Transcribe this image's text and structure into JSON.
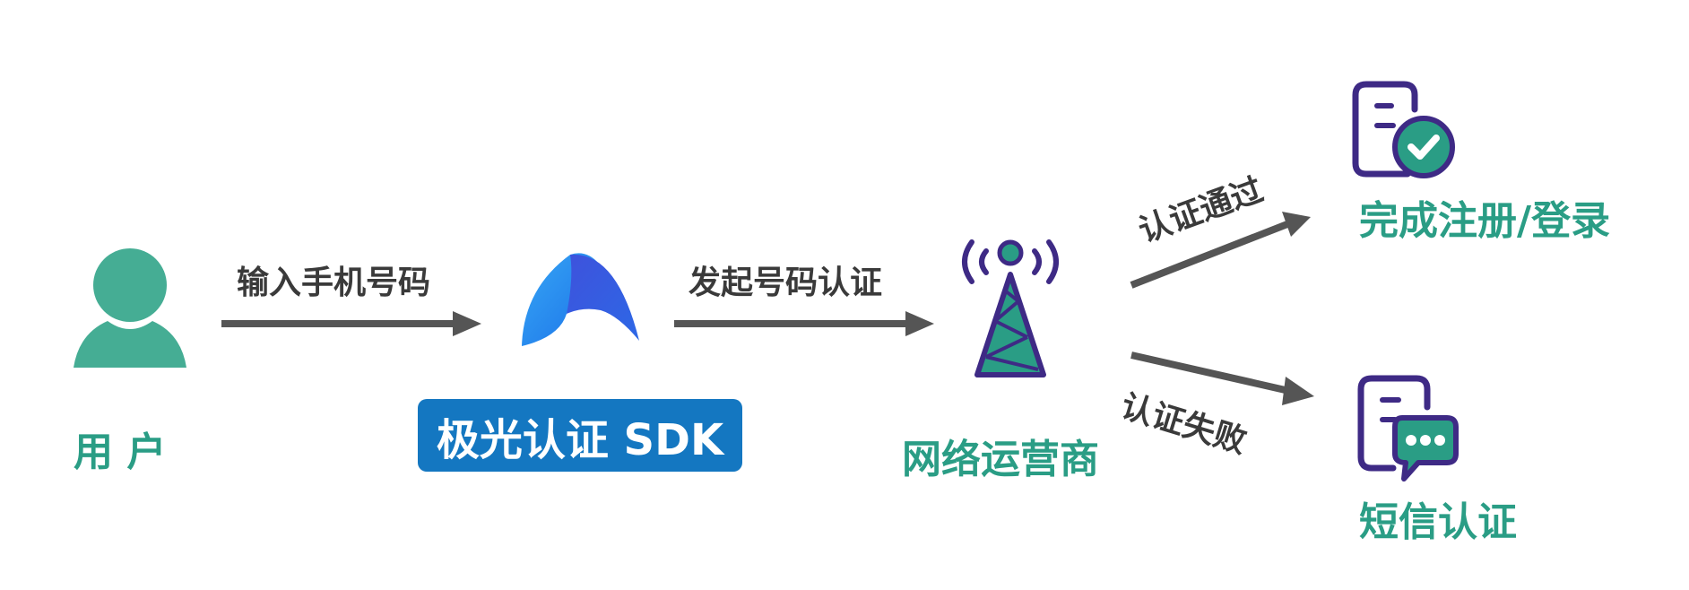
{
  "nodes": {
    "user": {
      "label": "用 户"
    },
    "sdk": {
      "label": "极光认证 SDK"
    },
    "operator": {
      "label": "网络运营商"
    },
    "register": {
      "label": "完成注册/登录"
    },
    "sms": {
      "label": "短信认证"
    }
  },
  "edges": {
    "user_to_sdk": {
      "label": "输入手机号码"
    },
    "sdk_to_operator": {
      "label": "发起号码认证"
    },
    "operator_to_register": {
      "label": "认证通过"
    },
    "operator_to_sms": {
      "label": "认证失败"
    }
  },
  "colors": {
    "teal": "#2a9d85",
    "user_icon": "#45ad94",
    "purple": "#3e2a85",
    "sdk_blue": "#1477c1",
    "arrow": "#555555"
  },
  "icons": [
    "user-icon",
    "jiguang-logo-icon",
    "signal-tower-icon",
    "document-check-icon",
    "document-chat-icon"
  ]
}
